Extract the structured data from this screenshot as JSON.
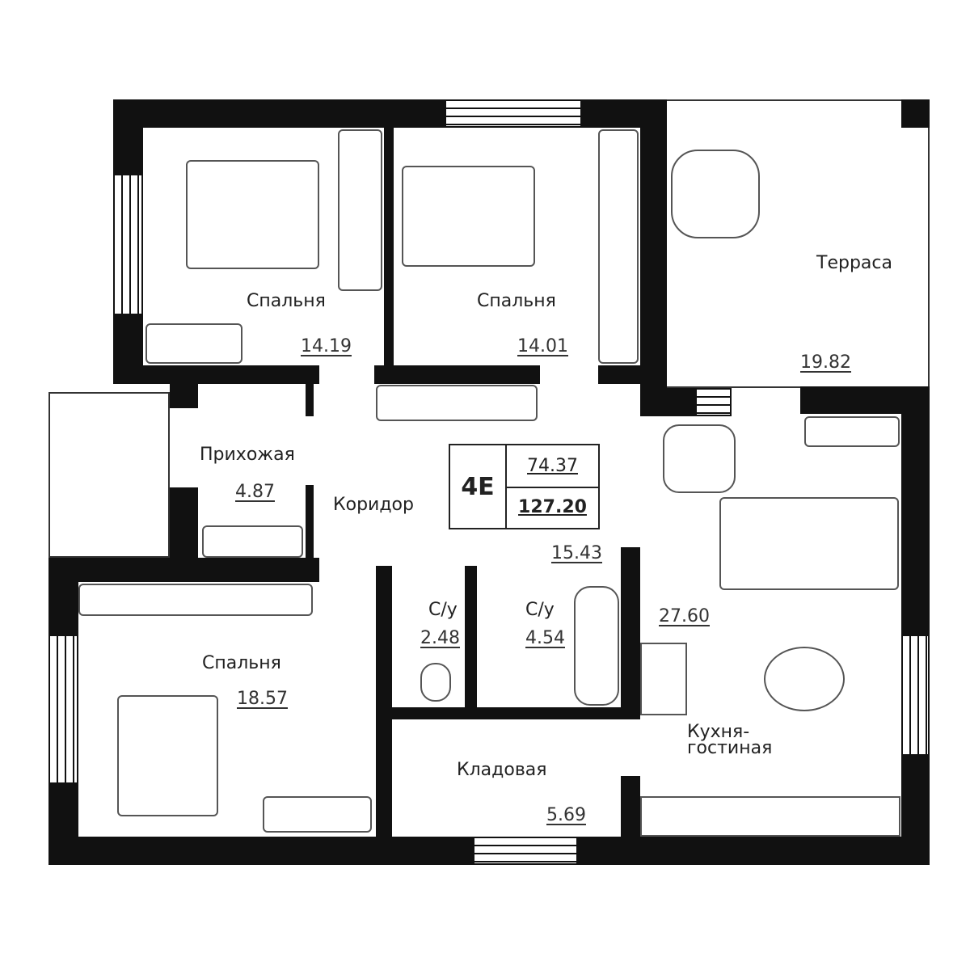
{
  "apartment": {
    "type_code": "4E",
    "living_area": "74.37",
    "total_area": "127.20"
  },
  "rooms": [
    {
      "name": "Спальня",
      "area": "14.19"
    },
    {
      "name": "Спальня",
      "area": "14.01"
    },
    {
      "name": "Терраса",
      "area": "19.82"
    },
    {
      "name": "Прихожая",
      "area": "4.87"
    },
    {
      "name": "Коридор",
      "area": "15.43"
    },
    {
      "name": "Спальня",
      "area": "18.57"
    },
    {
      "name": "С/у",
      "area": "2.48"
    },
    {
      "name": "С/у",
      "area": "4.54"
    },
    {
      "name": "Кухня-\nгостиная",
      "area": "27.60"
    },
    {
      "name": "Кладовая",
      "area": "5.69"
    }
  ],
  "kitchen_label": {
    "line1": "Кухня-",
    "line2": "гостиная"
  }
}
